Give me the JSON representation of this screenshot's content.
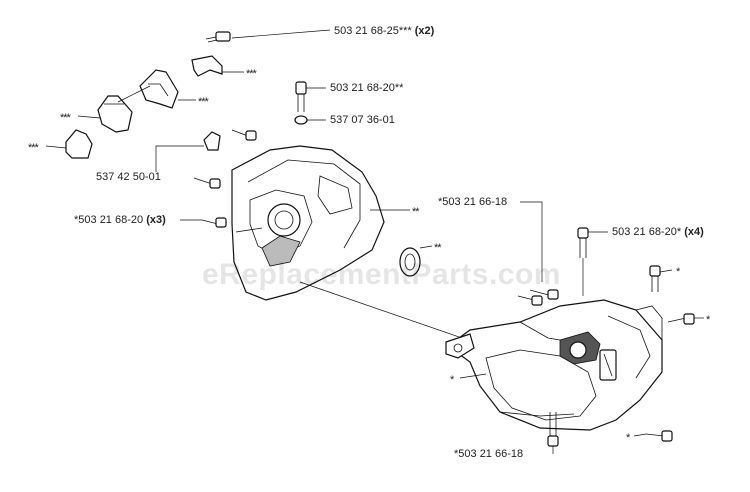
{
  "watermark": "eReplacementParts.com",
  "labels": {
    "p_5032168_25": {
      "num": "503 21 68-25***",
      "qty": "(x2)"
    },
    "p_5032168_20_top": {
      "num": "503 21 68-20**"
    },
    "p_5370736_01": {
      "num": "537 07 36-01"
    },
    "p_5374250_01": {
      "num": "537 42 50-01"
    },
    "p_5032168_20_x3": {
      "num": "*503 21 68-20",
      "qty": "(x3)"
    },
    "p_5032166_18_top": {
      "num": "*503 21 66-18"
    },
    "p_5032168_20_x4": {
      "num": "503 21 68-20*",
      "qty": "(x4)"
    },
    "p_5032166_18_bot": {
      "num": "*503 21 66-18"
    }
  },
  "stars": {
    "s1": "***",
    "s2": "***",
    "s3": "***",
    "s4": "***",
    "s5": "**",
    "s6": "**",
    "s7": "*",
    "s8": "*",
    "s9": "*",
    "s10": "*"
  }
}
